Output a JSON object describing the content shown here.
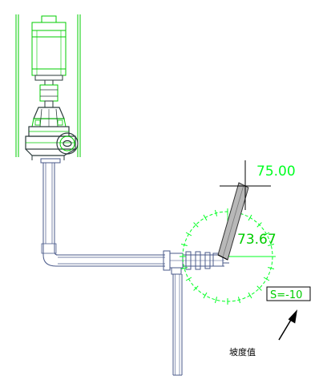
{
  "annotations": {
    "elevation_top": "75.00",
    "elevation_mid": "73.67",
    "slope_box": "S=-10",
    "slope_caption": "坡度值"
  },
  "colors": {
    "background": "#ffffff",
    "green": "#00cc00",
    "bright_green": "#00ff22",
    "pipe_blue": "#4a5a8a",
    "equipment_dark": "#2a3a3a",
    "black": "#000000",
    "gray_fill": "#b8b8b8"
  }
}
